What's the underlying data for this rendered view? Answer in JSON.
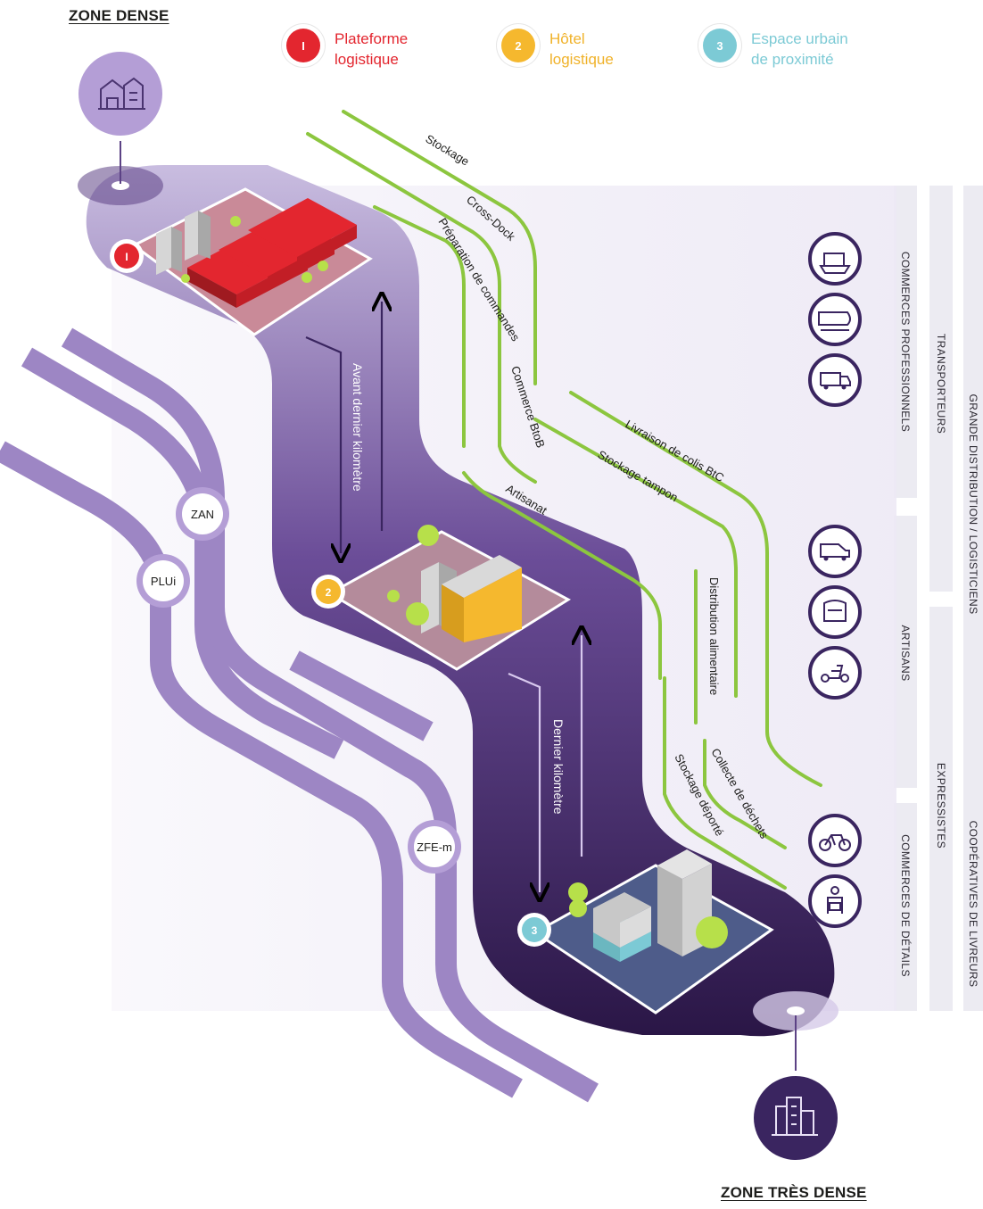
{
  "zones": {
    "dense": "ZONE DENSE",
    "tres_dense": "ZONE TRÈS DENSE"
  },
  "legend": [
    {
      "number": "I",
      "label": "Plateforme\nlogistique",
      "color": "#e3262f"
    },
    {
      "number": "2",
      "label": "Hôtel\nlogistique",
      "color": "#f5b82e"
    },
    {
      "number": "3",
      "label": "Espace urbain\nde proximité",
      "color": "#7ccad5"
    }
  ],
  "flows": [
    "Stockage",
    "Cross-Dock",
    "Préparation de commandes",
    "Commerce BtoB",
    "Artisanat",
    "Livraison de colis BtC",
    "Stockage tampon",
    "Distribution alimentaire",
    "Collecte de déchets",
    "Stockage déporté"
  ],
  "segments": [
    "Avant dernier kilomètre",
    "Dernier kilomètre"
  ],
  "regulations": [
    "ZAN",
    "PLUi",
    "ZFE-m"
  ],
  "actors": {
    "col1": [
      "COMMERCES PROFESSIONNELS",
      "ARTISANS",
      "COMMERCES DE DÉTAILS"
    ],
    "col2": [
      "TRANSPORTEURS",
      "EXPRESSISTES"
    ],
    "col3": [
      "GRANDE DISTRIBUTION / LOGISTICIENS",
      "COOPÉRATIVES DE LIVREURS"
    ]
  },
  "vehicle_icons": [
    "cargo-ship-icon",
    "train-icon",
    "truck-icon",
    "van-icon",
    "electric-van-icon",
    "scooter-icon",
    "bicycle-icon",
    "courier-icon"
  ],
  "colors": {
    "purple_light": "#b8a9d4",
    "purple_mid": "#6b4d98",
    "purple_dark": "#2e1a4d",
    "flow_green": "#8cc63f",
    "road_purple": "#9d86c4",
    "platform_red": "#e3262f",
    "hotel_yellow": "#f5b82e",
    "proximity_cyan": "#7ccad5"
  }
}
